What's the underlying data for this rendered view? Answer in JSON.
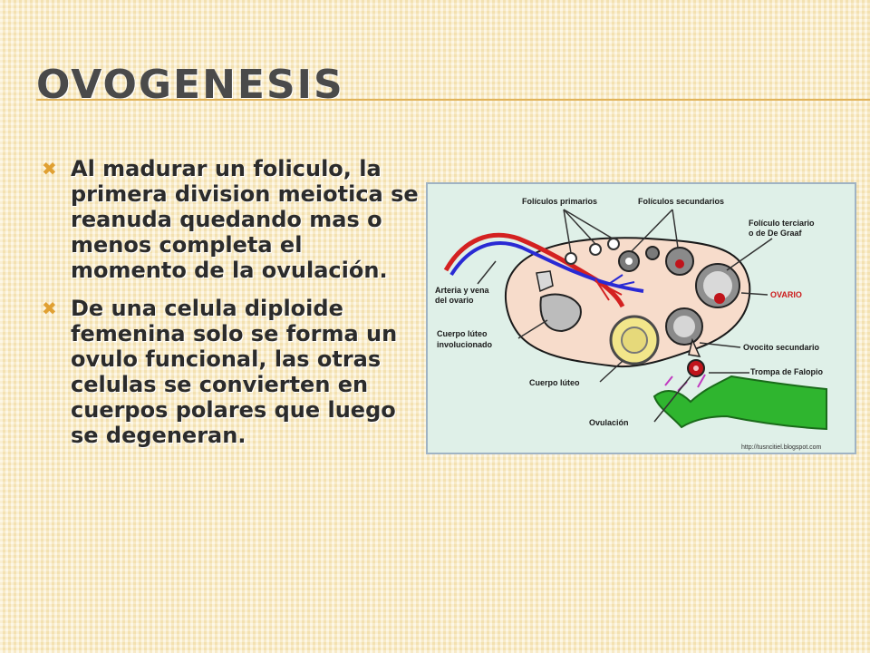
{
  "slide": {
    "title": "OVOGENESIS",
    "bullets": [
      {
        "icon": "cross-bullet-icon",
        "text": "Al madurar un foliculo, la primera division meiotica se reanuda quedando mas o menos completa el momento de la ovulación."
      },
      {
        "icon": "cross-bullet-icon",
        "text": "De una celula diploide femenina solo se forma un ovulo funcional, las otras celulas se convierten en cuerpos polares que luego se degeneran."
      }
    ],
    "bullet_glyph": "✖"
  },
  "figure": {
    "labels": {
      "primarios": "Folículos primarios",
      "secundarios": "Folículos secundarios",
      "terciario_1": "Folículo terciario",
      "terciario_2": "o de De Graaf",
      "ovario": "OVARIO",
      "arteria_1": "Arteria y vena",
      "arteria_2": "del ovario",
      "luteo_inv_1": "Cuerpo lúteo",
      "luteo_inv_2": "involucionado",
      "ovocito": "Ovocito secundario",
      "trompa": "Trompa de Falopio",
      "luteo": "Cuerpo lúteo",
      "ovulacion": "Ovulación",
      "source": "http://tusncitiel.blogspot.com"
    },
    "colors": {
      "background": "#dff0e8",
      "ovary": "#f7dccb",
      "artery": "#d42121",
      "vein": "#2a2ad4",
      "follicle": "#6b6b6b",
      "oocyte": "#c0141b",
      "corpus_luteum": "#f2e68a",
      "tube": "#2fb52f",
      "ovario_label": "#cc1b1b"
    }
  }
}
